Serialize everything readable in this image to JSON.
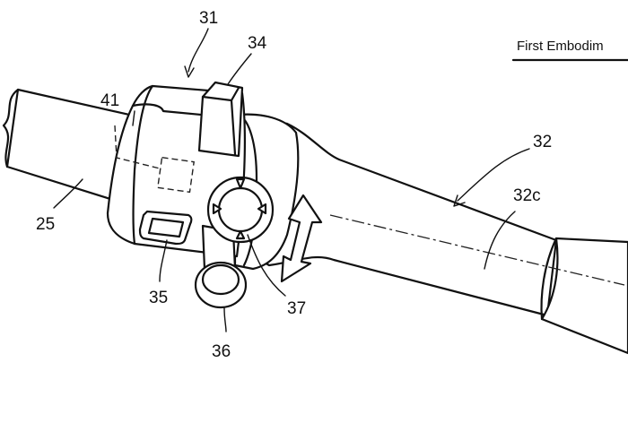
{
  "header": {
    "text": "First Embodim"
  },
  "labels": {
    "l31": "31",
    "l34": "34",
    "l41": "41",
    "l25": "25",
    "l32": "32",
    "l32c": "32c",
    "l35": "35",
    "l36": "36",
    "l37": "37"
  },
  "colors": {
    "line": "#111111",
    "background": "#ffffff"
  }
}
